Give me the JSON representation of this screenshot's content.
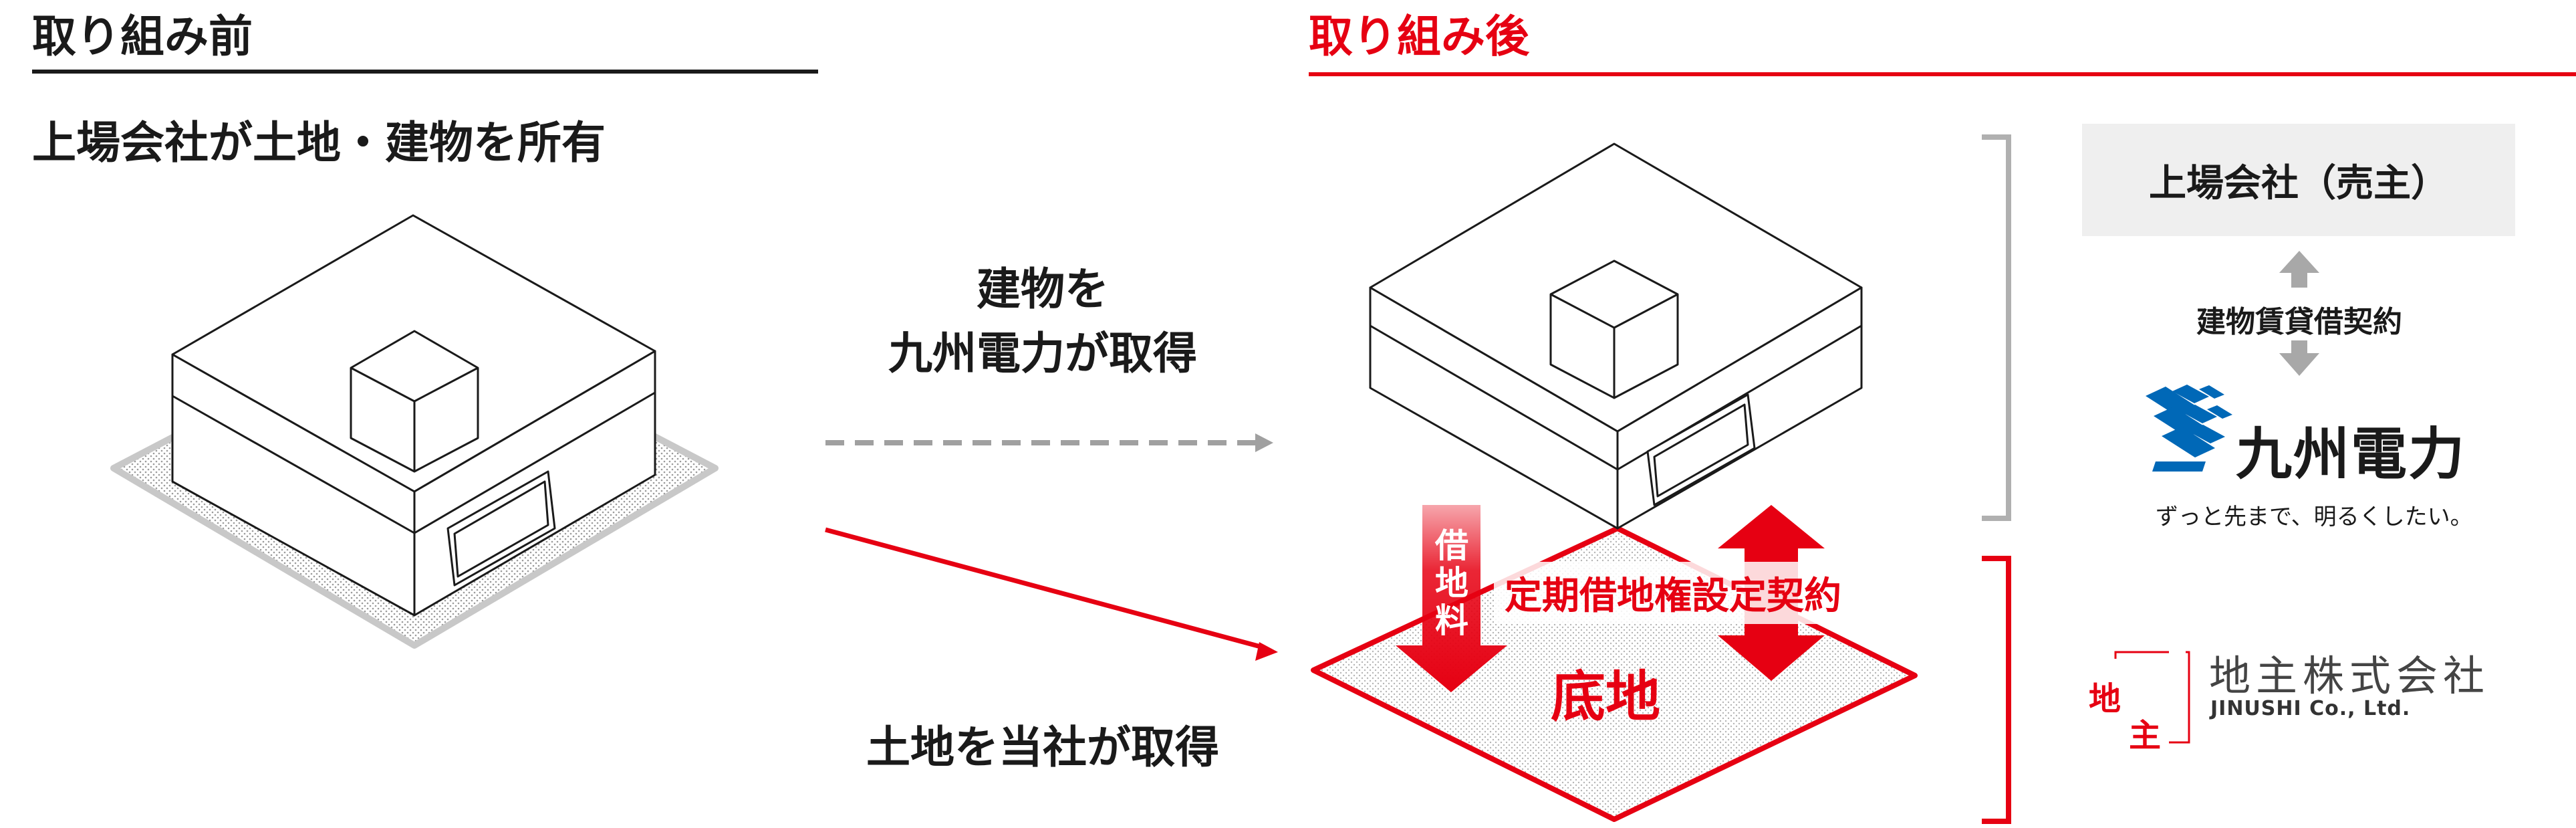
{
  "before": {
    "heading": "取り組み前",
    "subtitle": "上場会社が土地・建物を所有"
  },
  "after": {
    "heading": "取り組み後"
  },
  "transfer": {
    "building_line1": "建物を",
    "building_line2": "九州電力が取得",
    "land": "土地を当社が取得"
  },
  "diagram": {
    "land_label": "底地",
    "rent_chars": [
      "借",
      "地",
      "料"
    ],
    "contract_label": "定期借地権設定契約"
  },
  "right_panel": {
    "seller": "上場会社（売主）",
    "lease_contract": "建物賃貸借契約",
    "kyuden_name": "九州電力",
    "kyuden_slogan": "ずっと先まで、明るくしたい。",
    "jinushi_logo_chars": [
      "地",
      "主"
    ],
    "jinushi_name": "地主株式会社",
    "jinushi_en": "JINUSHI Co., Ltd."
  },
  "colors": {
    "accent_red": "#e60012",
    "gray_arrow": "#a0a0a0",
    "box_gray": "#efefef",
    "kyuden_blue": "#0068b7"
  }
}
